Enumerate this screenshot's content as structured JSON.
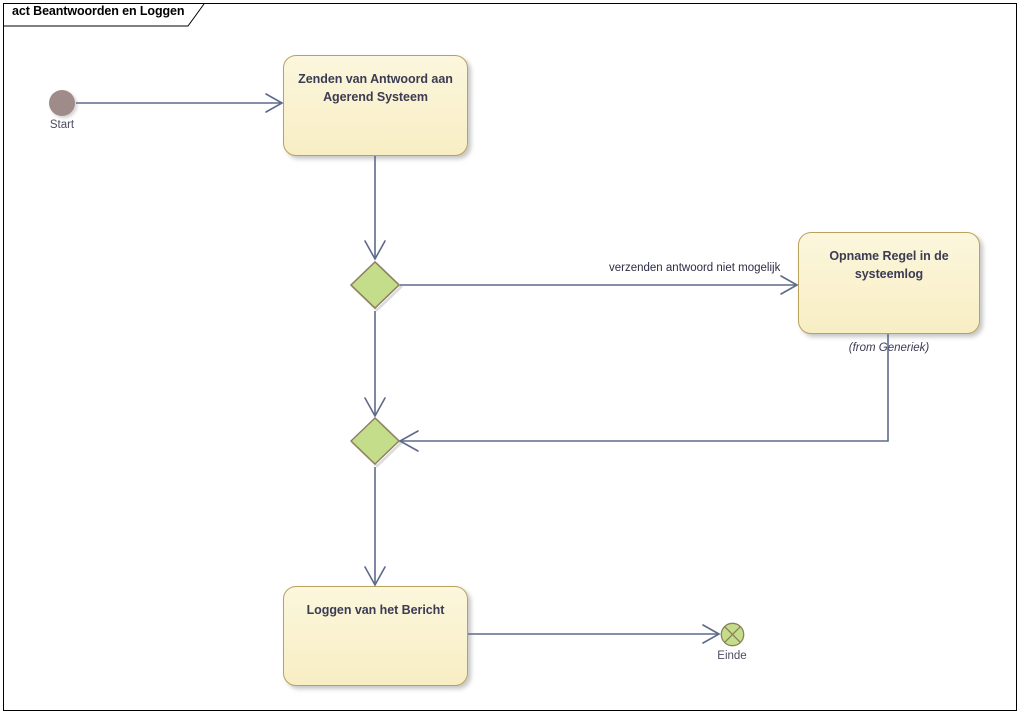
{
  "diagram": {
    "type": "UML Activity Diagram",
    "frame_title": "act Beantwoorden en Loggen",
    "background_color": "#ffffff",
    "frame_border_color": "#000000"
  },
  "palette": {
    "activity_fill": "#faf2cf",
    "activity_border": "#b9a15e",
    "decision_fill": "#c3dd8a",
    "decision_border": "#8d7f5e",
    "start_fill": "#a08b8b",
    "end_fill": "#c3dd8a",
    "connector": "#5d6a8a",
    "label_text": "#3b3b52"
  },
  "nodes": {
    "start": {
      "name": "Start",
      "caption": "Start",
      "kind": "initial-node"
    },
    "send_answer": {
      "name": "Zenden van Antwoord aan Agerend Systeem",
      "label": "Zenden van Antwoord aan Agerend Systeem",
      "kind": "activity"
    },
    "decision_one": {
      "name": "decision",
      "label": "",
      "kind": "decision-node"
    },
    "log_record": {
      "name": "Opname Regel in de systeemlog",
      "label": "Opname Regel in de systeemlog",
      "sublabel": "(from Generiek)",
      "kind": "activity"
    },
    "merge_one": {
      "name": "merge",
      "label": "",
      "kind": "merge-node"
    },
    "log_message": {
      "name": "Loggen van het Bericht",
      "label": "Loggen van het Bericht",
      "kind": "activity"
    },
    "end": {
      "name": "Einde",
      "caption": "Einde",
      "kind": "flow-final-node"
    }
  },
  "edges": [
    {
      "id": "start-to-send",
      "from": "start",
      "to": "send_answer",
      "label": ""
    },
    {
      "id": "send-to-decision",
      "from": "send_answer",
      "to": "decision_one",
      "label": ""
    },
    {
      "id": "decision-to-logrecord",
      "from": "decision_one",
      "to": "log_record",
      "label": "verzenden antwoord niet mogelijk"
    },
    {
      "id": "decision-to-merge",
      "from": "decision_one",
      "to": "merge_one",
      "label": ""
    },
    {
      "id": "logrecord-to-merge",
      "from": "log_record",
      "to": "merge_one",
      "label": ""
    },
    {
      "id": "merge-to-logmessage",
      "from": "merge_one",
      "to": "log_message",
      "label": ""
    },
    {
      "id": "logmessage-to-end",
      "from": "log_message",
      "to": "end",
      "label": ""
    }
  ]
}
